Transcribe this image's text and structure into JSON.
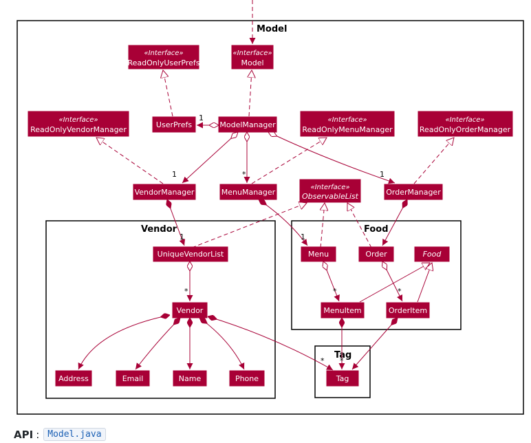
{
  "packages": {
    "model": "Model",
    "vendor": "Vendor",
    "food": "Food",
    "tag": "Tag"
  },
  "stereotype": "«Interface»",
  "classes": {
    "read_only_user_prefs": "ReadOnlyUserPrefs",
    "model": "Model",
    "user_prefs": "UserPrefs",
    "model_manager": "ModelManager",
    "read_only_vendor_manager": "ReadOnlyVendorManager",
    "read_only_menu_manager": "ReadOnlyMenuManager",
    "read_only_order_manager": "ReadOnlyOrderManager",
    "vendor_manager": "VendorManager",
    "menu_manager": "MenuManager",
    "observable_list": "ObservableList",
    "order_manager": "OrderManager",
    "unique_vendor_list": "UniqueVendorList",
    "vendor": "Vendor",
    "address": "Address",
    "email": "Email",
    "name": "Name",
    "phone": "Phone",
    "menu": "Menu",
    "order": "Order",
    "food": "Food",
    "menu_item": "MenuItem",
    "order_item": "OrderItem",
    "tag": "Tag"
  },
  "multiplicities": {
    "user_prefs": "1",
    "vendor_manager": "1",
    "menu_manager": "*",
    "order_manager": "1",
    "unique_vendor_list": "1",
    "vendor": "*",
    "menu": "1",
    "menu_item": "*",
    "order_item": "*",
    "tag_from_vendor": "*",
    "tag_from_items": "*"
  },
  "footer": {
    "label": "API",
    "separator": ":",
    "link": "Model.java"
  },
  "colors": {
    "class_fill": "#a80036",
    "class_text": "#ffffff",
    "package_border": "#000000"
  }
}
